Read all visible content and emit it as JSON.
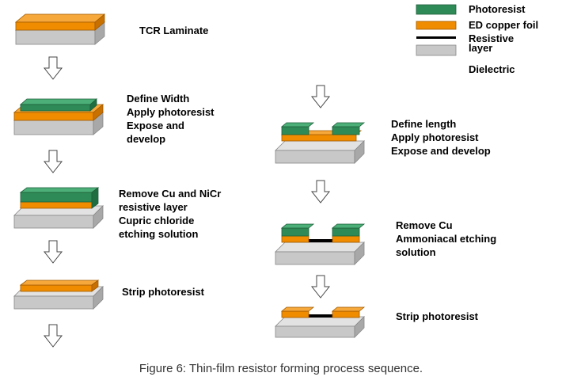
{
  "legend": {
    "photoresist": {
      "label": "Photoresist",
      "color": "#2e8b57"
    },
    "copper": {
      "label": "ED copper foil",
      "color": "#f08c00"
    },
    "resistive": {
      "label_line1": "Resistive",
      "label_line2": "layer",
      "color": "#000000"
    },
    "dielectric": {
      "label": "Dielectric",
      "color": "#c8c8c8"
    }
  },
  "left_steps": [
    {
      "lines": [
        "TCR Laminate"
      ]
    },
    {
      "lines": [
        "Define Width",
        "Apply photoresist",
        "Expose and",
        "develop"
      ]
    },
    {
      "lines": [
        "Remove Cu and NiCr",
        "resistive layer",
        "Cupric chloride",
        "etching solution"
      ]
    },
    {
      "lines": [
        "Strip photoresist"
      ]
    }
  ],
  "right_steps": [
    {
      "lines": [
        "Define length",
        "Apply photoresist",
        "Expose and develop"
      ]
    },
    {
      "lines": [
        "Remove Cu",
        "Ammoniacal etching",
        "solution"
      ]
    },
    {
      "lines": [
        "Strip photoresist"
      ]
    }
  ],
  "caption": "Figure 6: Thin-film resistor forming process sequence."
}
